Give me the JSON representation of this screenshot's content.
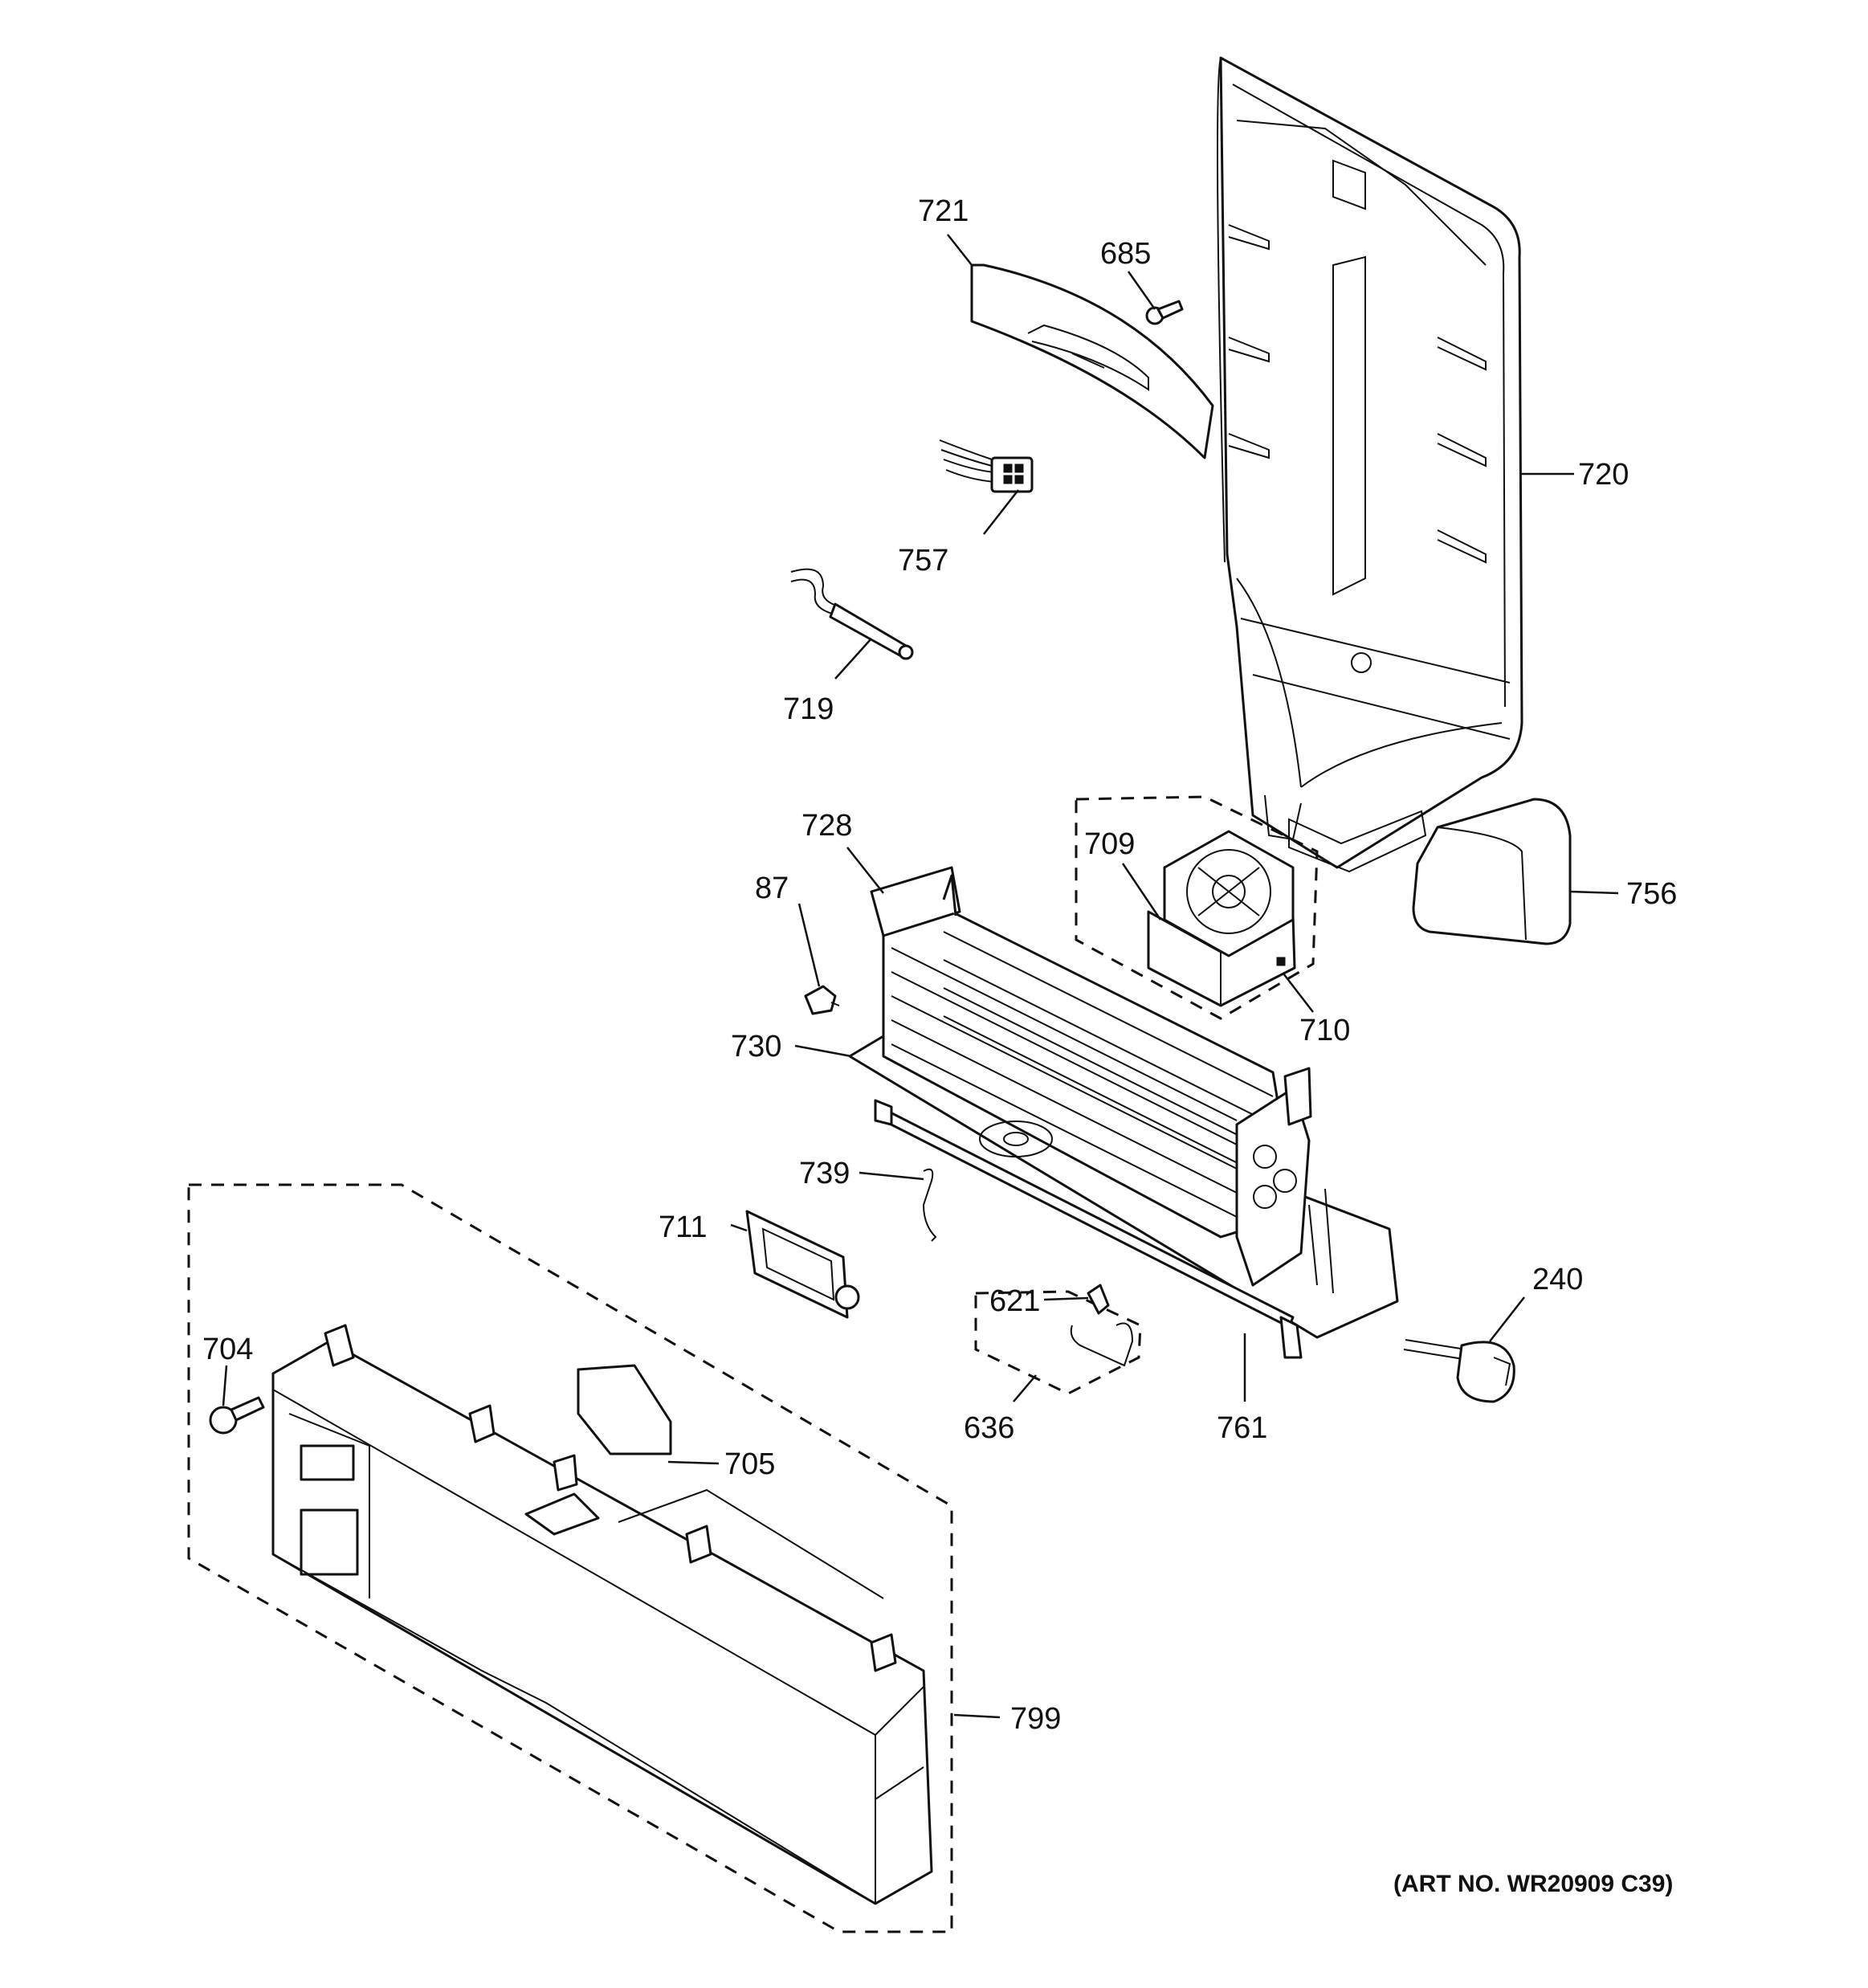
{
  "parts": {
    "p721": "721",
    "p685": "685",
    "p720": "720",
    "p757": "757",
    "p719": "719",
    "p728": "728",
    "p709": "709",
    "p87": "87",
    "p756": "756",
    "p710": "710",
    "p730": "730",
    "p739": "739",
    "p711": "711",
    "p240": "240",
    "p621": "621",
    "p704": "704",
    "p636": "636",
    "p761": "761",
    "p705": "705",
    "p799": "799"
  },
  "art_number": "(ART NO. WR20909 C39)"
}
